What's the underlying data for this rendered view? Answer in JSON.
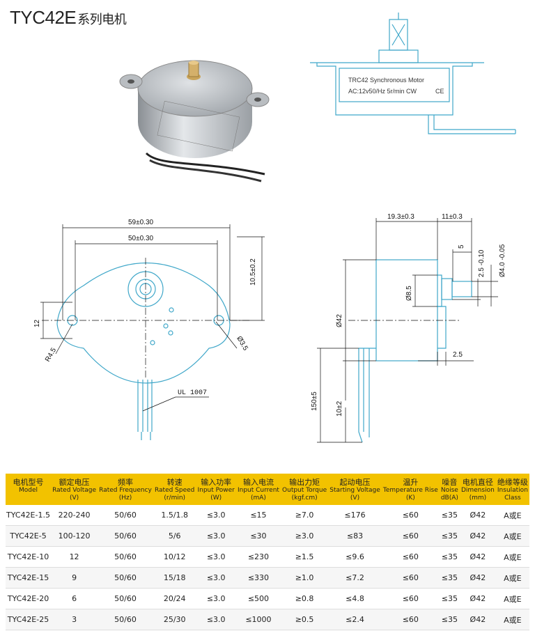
{
  "title": {
    "model": "TYC42E",
    "series": "系列电机"
  },
  "label": {
    "line1": "TRC42  Synchronous Motor",
    "line2": "AC:12v50/Hz 5r/min  CW",
    "ce": "CE"
  },
  "dims": {
    "d59": "59±0.30",
    "d50": "50±0.30",
    "d105": "10.5±0.2",
    "d12": "12",
    "r45": "R4.5",
    "d35": "Ø3.5",
    "ul": "UL 1007",
    "d193": "19.3±0.3",
    "d11": "11±0.3",
    "d5": "5",
    "d25tol": "2.5 -0.10",
    "d40tol": "Ø4.0 -0.05",
    "d85": "Ø8.5",
    "d42": "Ø42",
    "d25": "2.5",
    "d150": "150±5",
    "d10": "10±2"
  },
  "table": {
    "headers": [
      {
        "cn": "电机型号",
        "en": "Model",
        "unit": ""
      },
      {
        "cn": "额定电压",
        "en": "Rated Voltage",
        "unit": "(V)"
      },
      {
        "cn": "频率",
        "en": "Rated Frequency",
        "unit": "(Hz)"
      },
      {
        "cn": "转速",
        "en": "Rated Speed",
        "unit": "(r/min)"
      },
      {
        "cn": "输入功率",
        "en": "Input Power",
        "unit": "(W)"
      },
      {
        "cn": "输入电流",
        "en": "Input Current",
        "unit": "(mA)"
      },
      {
        "cn": "输出力矩",
        "en": "Output Torque",
        "unit": "(kgf.cm)"
      },
      {
        "cn": "起动电压",
        "en": "Starting Voltage",
        "unit": "(V)"
      },
      {
        "cn": "温升",
        "en": "Temperature Rise",
        "unit": "(K)"
      },
      {
        "cn": "噪音",
        "en": "Noise",
        "unit": "dB(A)"
      },
      {
        "cn": "电机直径",
        "en": "Dimension",
        "unit": "(mm)"
      },
      {
        "cn": "绝缘等级",
        "en": "Insulation",
        "unit": "Class"
      }
    ],
    "rows": [
      [
        "TYC42E-1.5",
        "220-240",
        "50/60",
        "1.5/1.8",
        "≤3.0",
        "≤15",
        "≥7.0",
        "≤176",
        "≤60",
        "≤35",
        "Ø42",
        "A或E"
      ],
      [
        "TYC42E-5",
        "100-120",
        "50/60",
        "5/6",
        "≤3.0",
        "≤30",
        "≥3.0",
        "≤83",
        "≤60",
        "≤35",
        "Ø42",
        "A或E"
      ],
      [
        "TYC42E-10",
        "12",
        "50/60",
        "10/12",
        "≤3.0",
        "≤230",
        "≥1.5",
        "≤9.6",
        "≤60",
        "≤35",
        "Ø42",
        "A或E"
      ],
      [
        "TYC42E-15",
        "9",
        "50/60",
        "15/18",
        "≤3.0",
        "≤330",
        "≥1.0",
        "≤7.2",
        "≤60",
        "≤35",
        "Ø42",
        "A或E"
      ],
      [
        "TYC42E-20",
        "6",
        "50/60",
        "20/24",
        "≤3.0",
        "≤500",
        "≥0.8",
        "≤4.8",
        "≤60",
        "≤35",
        "Ø42",
        "A或E"
      ],
      [
        "TYC42E-25",
        "3",
        "50/60",
        "25/30",
        "≤3.0",
        "≤1000",
        "≥0.5",
        "≤2.4",
        "≤60",
        "≤35",
        "Ø42",
        "A或E"
      ]
    ]
  }
}
